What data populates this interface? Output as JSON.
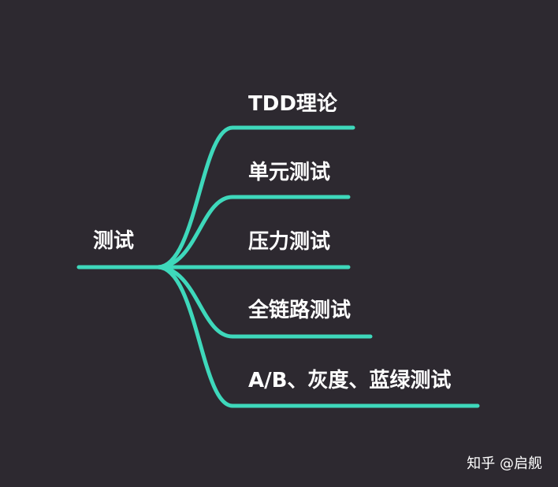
{
  "root": {
    "label": "测试"
  },
  "branches": [
    {
      "label": "TDD理论"
    },
    {
      "label": "单元测试"
    },
    {
      "label": "压力测试"
    },
    {
      "label": "全链路测试"
    },
    {
      "label": "A/B、灰度、蓝绿测试"
    }
  ],
  "watermark": "知乎 @启舰",
  "colors": {
    "background": "#2d2930",
    "branch_line": "#3ed8bb",
    "text": "#ffffff"
  }
}
